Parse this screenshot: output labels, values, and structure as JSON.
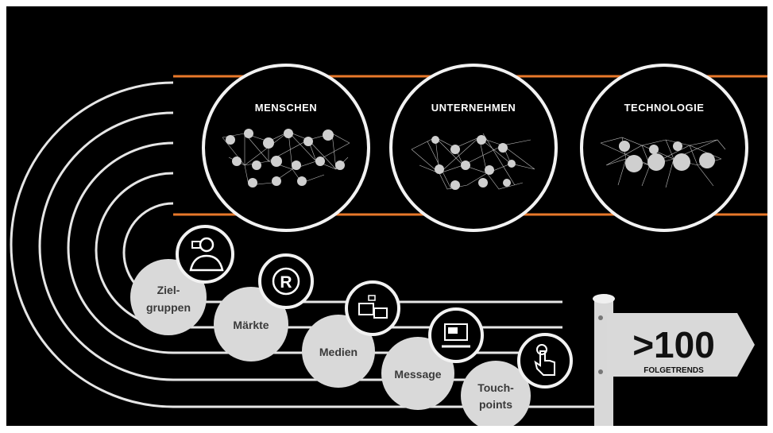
{
  "circles": {
    "top": [
      {
        "label": "MENSCHEN"
      },
      {
        "label": "UNTERNEHMEN"
      },
      {
        "label": "TECHNOLOGIE"
      }
    ]
  },
  "categories": [
    {
      "line1": "Ziel-",
      "line2": "gruppen",
      "icon": "person-icon"
    },
    {
      "line1": "Märkte",
      "line2": "",
      "icon": "registered-icon"
    },
    {
      "line1": "Medien",
      "line2": "",
      "icon": "screens-icon"
    },
    {
      "line1": "Message",
      "line2": "",
      "icon": "monitor-icon"
    },
    {
      "line1": "Touch-",
      "line2": "points",
      "icon": "touch-hand-icon"
    }
  ],
  "sign": {
    "number": ">100",
    "caption": "FOLGETRENDS"
  },
  "colors": {
    "accent": "#e8782a",
    "background": "#000000",
    "circle_fill": "#d9d9d9"
  }
}
